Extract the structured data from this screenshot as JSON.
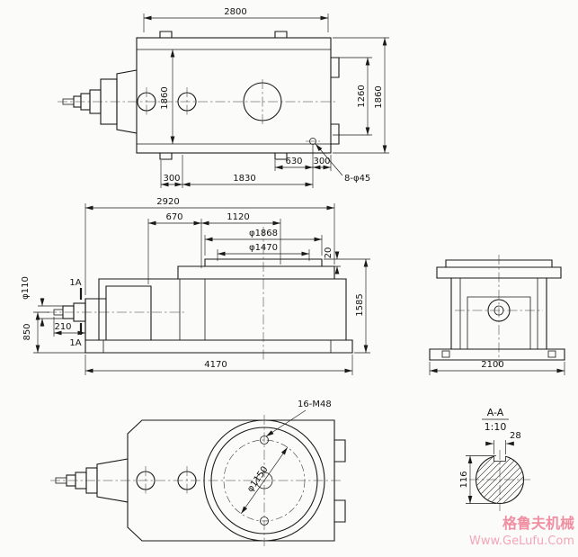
{
  "top_view": {
    "dim_width": "2800",
    "dim_height_inner": "1860",
    "dim_right_inner": "1260",
    "dim_right_outer": "1860",
    "dim_630": "630",
    "dim_300_right": "300",
    "dim_300_left": "300",
    "dim_1830": "1830",
    "holes_label": "8-φ45"
  },
  "front_view": {
    "dim_2920": "2920",
    "dim_670": "670",
    "dim_1120": "1120",
    "dim_flange": "φ1868",
    "dim_spigot": "φ1470",
    "dim_rim": "20",
    "dim_height": "1585",
    "dim_shaft": "φ110",
    "dim_210": "210",
    "dim_850": "850",
    "dim_length": "4170",
    "section_marker_top": "1A",
    "section_marker_bottom": "1A"
  },
  "end_view": {
    "dim_width": "2100"
  },
  "bottom_view": {
    "bolts_label": "16-M48",
    "dim_bolt_circle": "φ1150"
  },
  "section_view": {
    "title": "A-A",
    "scale": "1:10",
    "dim_key": "28",
    "dim_shaft": "116"
  },
  "watermark": {
    "brand": "格鲁夫机械",
    "url": "Www.GeLufu.Com",
    "color": "#f08fa2"
  }
}
